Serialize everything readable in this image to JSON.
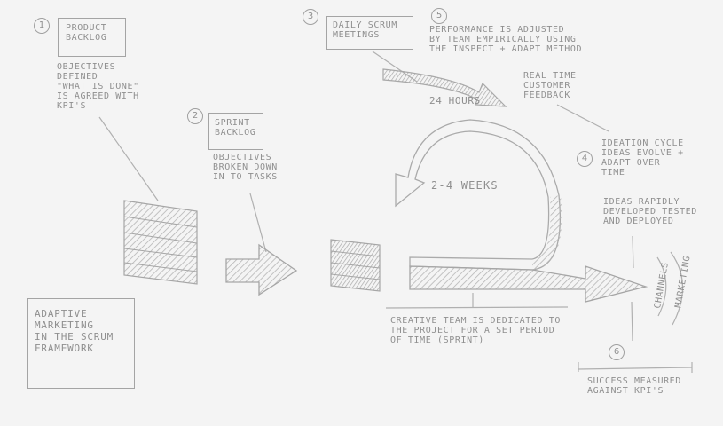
{
  "step_numbers": [
    "1",
    "2",
    "3",
    "5",
    "4",
    "6"
  ],
  "labels": {
    "product_backlog": "PRODUCT\nBACKLOG",
    "product_backlog_desc": "OBJECTIVES\nDEFINED\n\"WHAT IS DONE\"\nIS AGREED WITH\nKPI'S",
    "sprint_backlog": "SPRINT\nBACKLOG",
    "sprint_backlog_desc": "OBJECTIVES\nBROKEN DOWN\nIN TO TASKS",
    "daily_scrum": "DAILY SCRUM\nMEETINGS",
    "performance": "PERFORMANCE IS ADJUSTED\nBY TEAM EMPIRICALLY USING\nTHE INSPECT + ADAPT METHOD",
    "realtime_feedback": "REAL TIME\nCUSTOMER\nFEEDBACK",
    "hours": "24 HOURS",
    "weeks": "2-4 WEEKS",
    "ideation": "IDEATION CYCLE\nIDEAS EVOLVE +\nADAPT OVER\nTIME",
    "ideas_rapidly": "IDEAS RAPIDLY\nDEVELOPED TESTED\nAND DEPLOYED",
    "marketing": "MARKETING",
    "channels": "CHANNELS",
    "creative_team": "CREATIVE TEAM IS DEDICATED TO\nTHE PROJECT FOR A SET PERIOD\nOF TIME (SPRINT)",
    "success": "SUCCESS MEASURED\nAGAINST KPI'S",
    "title": "ADAPTIVE\nMARKETING\nIN THE SCRUM\nFRAMEWORK"
  }
}
